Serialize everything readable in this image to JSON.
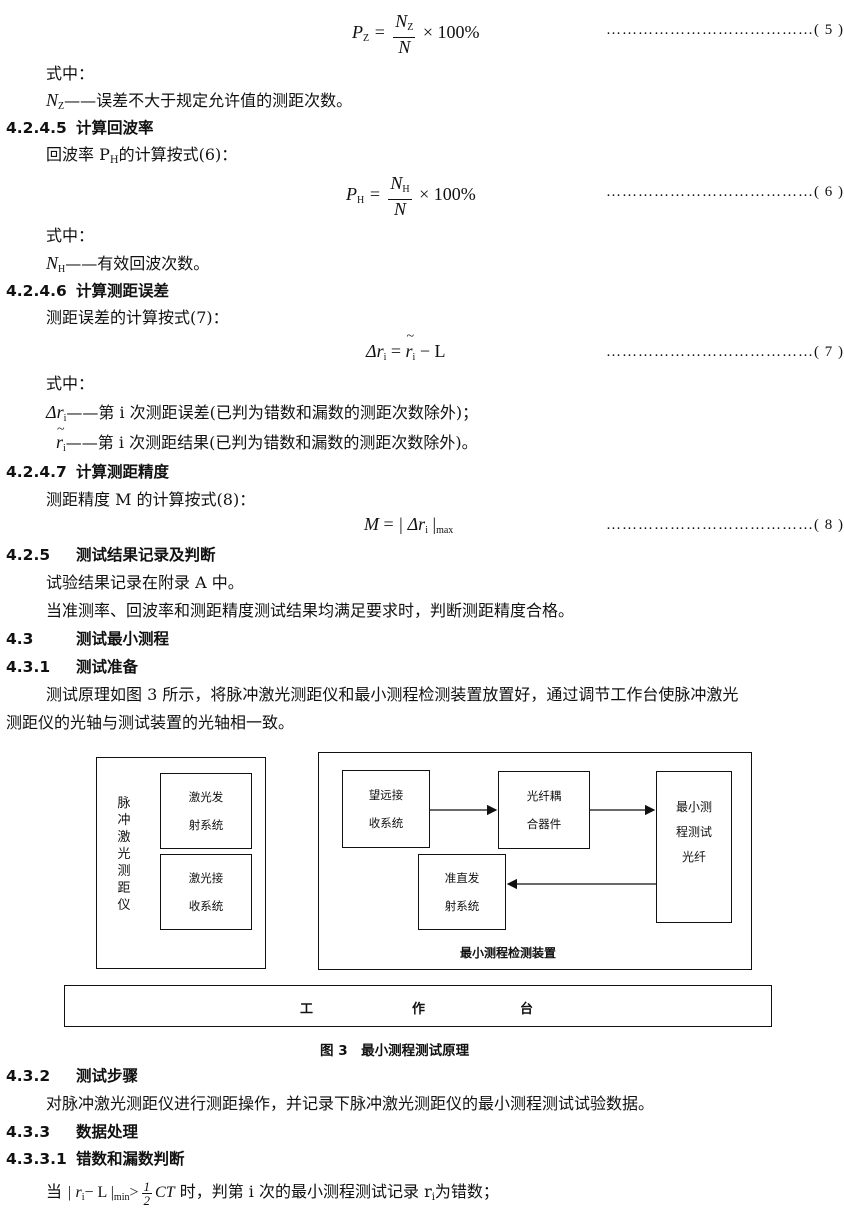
{
  "eq5": {
    "lhs": "P",
    "lhs_sub": "Z",
    "num": "N",
    "num_sub": "Z",
    "den": "N",
    "tail": "× 100%",
    "dots": "…………………………………",
    "no": "( 5 )"
  },
  "where1": "式中：",
  "def_nz": {
    "sym": "N",
    "sub": "Z",
    "text": "——误差不大于规定允许值的测距次数。"
  },
  "h4245": {
    "num": "4.2.4.5",
    "title": "计算回波率"
  },
  "p_huibo": "回波率 P",
  "p_huibo_sub": "H",
  "p_huibo_tail": "的计算按式(6)：",
  "eq6": {
    "lhs": "P",
    "lhs_sub": "H",
    "num": "N",
    "num_sub": "H",
    "den": "N",
    "tail": "× 100%",
    "dots": "…………………………………",
    "no": "( 6 )"
  },
  "where2": "式中：",
  "def_nh": {
    "sym": "N",
    "sub": "H",
    "text": "——有效回波次数。"
  },
  "h4246": {
    "num": "4.2.4.6",
    "title": "计算测距误差"
  },
  "p_wucha": "测距误差的计算按式(7)：",
  "eq7": {
    "lhs": "Δr",
    "lhs_sub": "i",
    "eq": "=",
    "r": "r",
    "r_sub": "i",
    "tail": "− L",
    "dots": "…………………………………",
    "no": "( 7 )"
  },
  "where3": "式中：",
  "def_dr": {
    "sym": "Δr",
    "sub": "i",
    "text": "——第 i 次测距误差(已判为错数和漏数的测距次数除外)；"
  },
  "def_r": {
    "sym": "r",
    "sub": "i",
    "text": "——第 i 次测距结果(已判为错数和漏数的测距次数除外)。"
  },
  "h4247": {
    "num": "4.2.4.7",
    "title": "计算测距精度"
  },
  "p_jingdu": "测距精度 M 的计算按式(8)：",
  "eq8": {
    "lhs": "M",
    "eq": "=",
    "abs": "| Δr",
    "abs_sub": "i",
    "abs_close": "|",
    "max": "max",
    "dots": "…………………………………",
    "no": "( 8 )"
  },
  "h425": {
    "num": "4.2.5",
    "title": "测试结果记录及判断"
  },
  "p_jilu": "试验结果记录在附录 A 中。",
  "p_hege": "当准测率、回波率和测距精度测试结果均满足要求时，判断测距精度合格。",
  "h43": {
    "num": "4.3",
    "title": "测试最小测程"
  },
  "h431": {
    "num": "4.3.1",
    "title": "测试准备"
  },
  "p_yuanli_1": "测试原理如图 3 所示，将脉冲激光测距仪和最小测程检测装置放置好，通过调节工作台使脉冲激光",
  "p_yuanli_2": "测距仪的光轴与测试装置的光轴相一致。",
  "diagram": {
    "left_label": "脉冲激光测距仪",
    "tx_1": "激光发",
    "tx_2": "射系统",
    "rx_1": "激光接",
    "rx_2": "收系统",
    "tele_1": "望远接",
    "tele_2": "收系统",
    "coupler_1": "光纤耦",
    "coupler_2": "合器件",
    "fiber_label": "最小测程测试光纤",
    "collim_1": "准直发",
    "collim_2": "射系统",
    "device_label": "最小测程检测装置",
    "table_1": "工",
    "table_2": "作",
    "table_3": "台"
  },
  "fig_caption": "图 3　最小测程测试原理",
  "h432": {
    "num": "4.3.2",
    "title": "测试步骤"
  },
  "p_buzhou": "对脉冲激光测距仪进行测距操作，并记录下脉冲激光测距仪的最小测程测试试验数据。",
  "h433": {
    "num": "4.3.3",
    "title": "数据处理"
  },
  "h4331": {
    "num": "4.3.3.1",
    "title": "错数和漏数判断"
  },
  "last": {
    "pre": "当",
    "abs": "| r",
    "abs_sub": "i",
    "abs_tail": "− L |",
    "min": "min",
    "gt": ">",
    "half_num": "1",
    "half_den": "2",
    "ct": "CT",
    "post": "时，判第 i 次的最小测程测试记录 r",
    "post_sub": "i",
    "post_end": "为错数；"
  }
}
